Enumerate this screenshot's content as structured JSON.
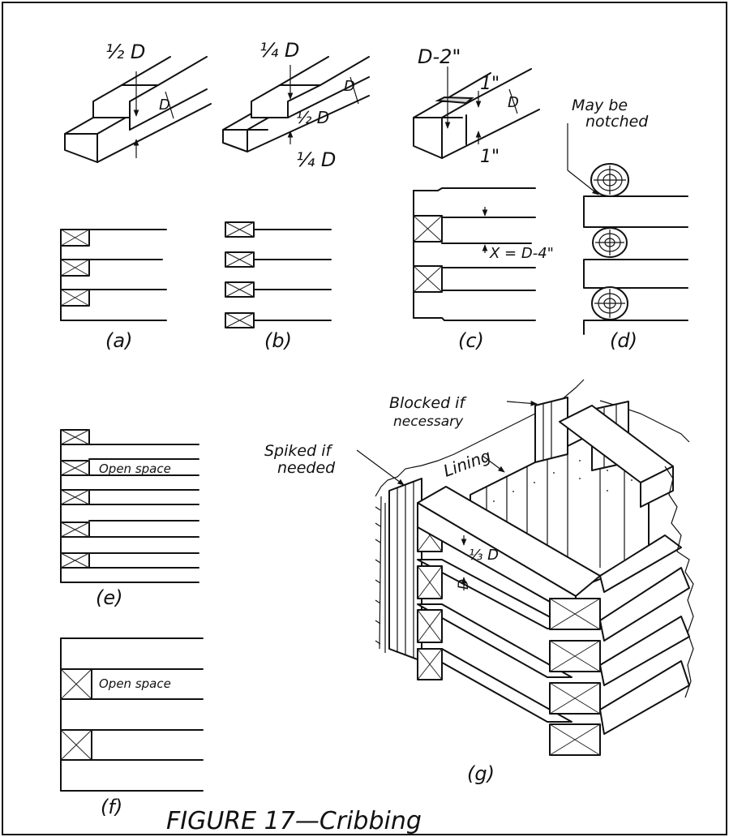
{
  "figure": {
    "caption": "FIGURE 17—Cribbing"
  },
  "panels": {
    "a": {
      "label": "(a)",
      "notch_label": "½ D",
      "depth_label": "D"
    },
    "b": {
      "label": "(b)",
      "top_label": "¼ D",
      "mid_label": "½ D",
      "bottom_label": "¼ D",
      "depth_label": "D"
    },
    "c": {
      "label": "(c)",
      "top_label": "D-2\"",
      "gap_top_label": "1\"",
      "gap_bottom_label": "1\"",
      "depth_label": "D",
      "spacing_label": "X = D-4\""
    },
    "d": {
      "label": "(d)",
      "note_line1": "May be",
      "note_line2": "notched"
    },
    "e": {
      "label": "(e)",
      "space_label": "Open space"
    },
    "f": {
      "label": "(f)",
      "space_label": "Open space"
    },
    "g": {
      "label": "(g)",
      "blocked_line1": "Blocked if",
      "blocked_line2": "necessary",
      "spiked_line1": "Spiked if",
      "spiked_line2": "needed",
      "lining_label": "Lining",
      "notch_label": "⅓ D",
      "depth_label": "D"
    }
  }
}
